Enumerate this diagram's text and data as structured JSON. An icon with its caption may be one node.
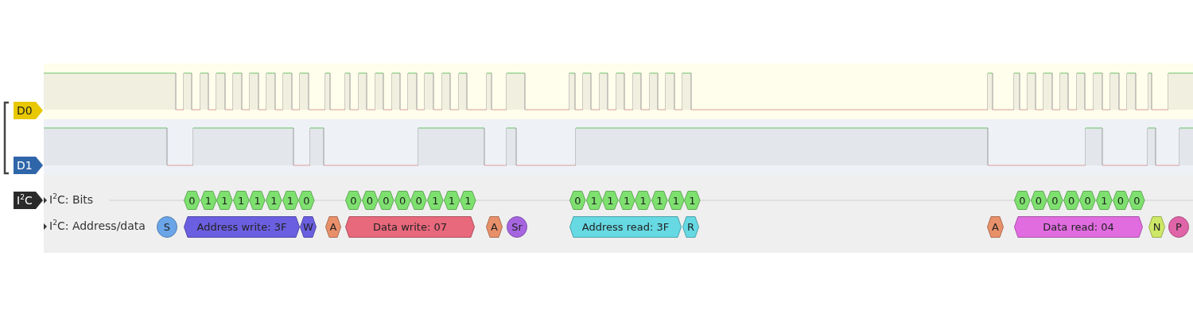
{
  "diagram": {
    "nodes": [
      {
        "text": [
          "D0"
        ]
      },
      {
        "text": [
          "D1"
        ]
      },
      {
        "text": [
          "I$^{2}$C"
        ]
      },
      {
        "text": [
          "0"
        ]
      },
      {
        "text": [
          "1"
        ]
      },
      {
        "text": [
          "1"
        ]
      },
      {
        "text": [
          "1"
        ]
      },
      {
        "text": [
          "1"
        ]
      },
      {
        "text": [
          "1"
        ]
      },
      {
        "text": [
          "1"
        ]
      },
      {
        "text": [
          "0"
        ]
      },
      {
        "text": [
          "0"
        ]
      },
      {
        "text": [
          "0"
        ]
      },
      {
        "text": [
          "0"
        ]
      },
      {
        "text": [
          "0"
        ]
      },
      {
        "text": [
          "0"
        ]
      },
      {
        "text": [
          "1"
        ]
      },
      {
        "text": [
          "1"
        ]
      },
      {
        "text": [
          "1"
        ]
      },
      {
        "text": [
          "0"
        ]
      },
      {
        "text": [
          "1"
        ]
      },
      {
        "text": [
          "1"
        ]
      },
      {
        "text": [
          "1"
        ]
      },
      {
        "text": [
          "1"
        ]
      },
      {
        "text": [
          "1"
        ]
      },
      {
        "text": [
          "1"
        ]
      },
      {
        "text": [
          "1"
        ]
      },
      {
        "text": [
          "0"
        ]
      },
      {
        "text": [
          "0"
        ]
      },
      {
        "text": [
          "0"
        ]
      },
      {
        "text": [
          "0"
        ]
      },
      {
        "text": [
          "0"
        ]
      },
      {
        "text": [
          "1"
        ]
      },
      {
        "text": [
          "0"
        ]
      },
      {
        "text": [
          "0"
        ]
      },
      {
        "text": [
          "S"
        ]
      },
      {
        "text": [
          "Address write: 3F"
        ]
      },
      {
        "text": [
          "W"
        ]
      },
      {
        "text": [
          "A"
        ]
      },
      {
        "text": [
          "Data write: 07"
        ]
      },
      {
        "text": [
          "A"
        ]
      },
      {
        "text": [
          "Sr"
        ]
      },
      {
        "text": [
          "Address read: 3F"
        ]
      },
      {
        "text": [
          "R"
        ]
      },
      {
        "text": [
          "A"
        ]
      },
      {
        "text": [
          "Data read: 04"
        ]
      },
      {
        "text": [
          "N"
        ]
      },
      {
        "text": [
          "P"
        ]
      }
    ],
    "labels": [
      "I$^{2}$C: Bits",
      "I$^{2}$C: Address/data"
    ]
  }
}
